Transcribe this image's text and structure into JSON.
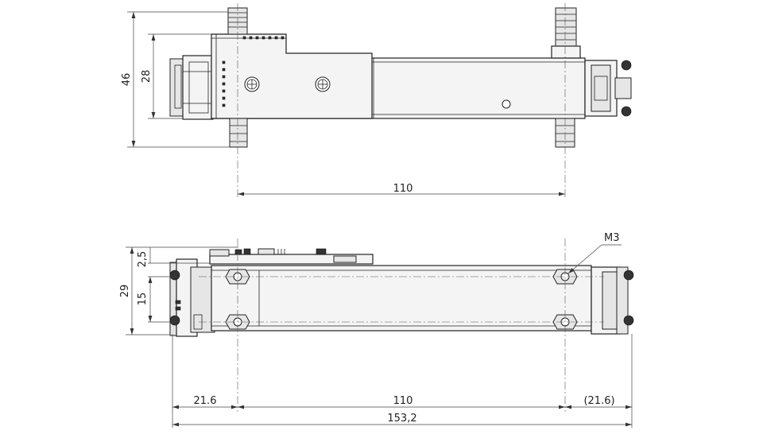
{
  "top_view": {
    "dim_overall_height": "46",
    "dim_inner_height": "28",
    "dim_mount_spacing": "110"
  },
  "side_view": {
    "dim_top_offset": "2,5",
    "dim_body_height": "29",
    "dim_hole_spacing_vertical": "15",
    "thread_label": "M3",
    "dim_left_offset": "21.6",
    "dim_center_spacing": "110",
    "dim_right_offset": "(21.6)",
    "dim_total_length": "153,2"
  }
}
